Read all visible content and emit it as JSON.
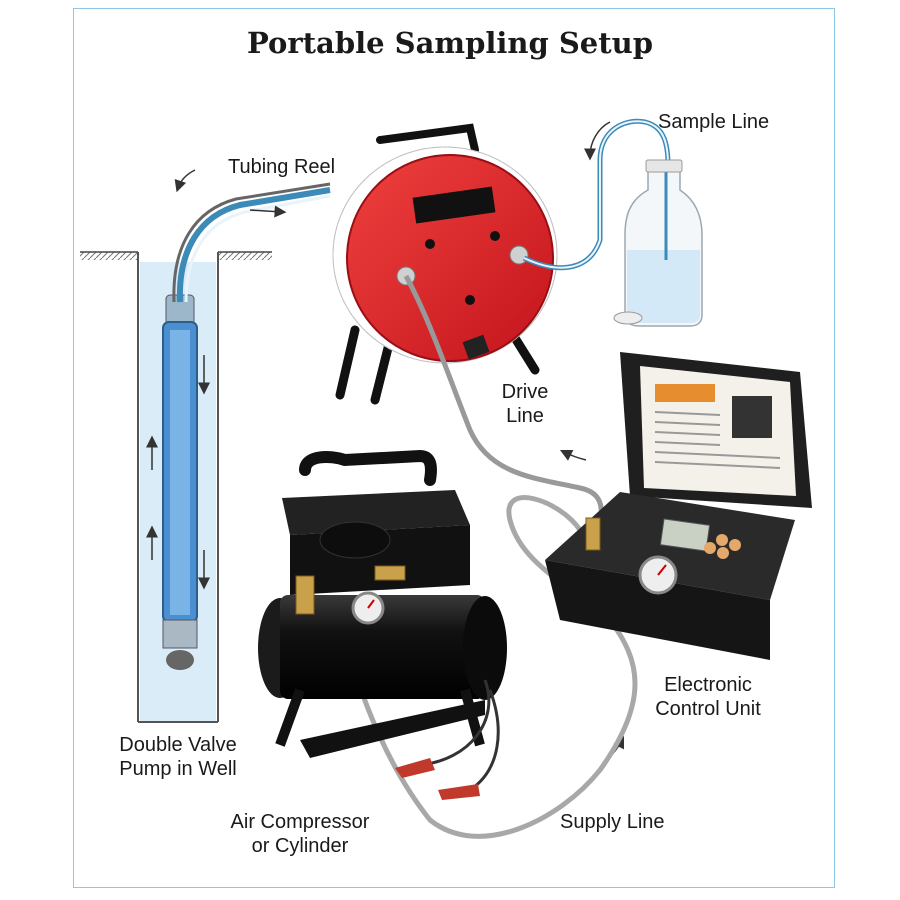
{
  "title": "Portable Sampling Setup",
  "labels": {
    "tubing_reel": "Tubing Reel",
    "sample_line": "Sample Line",
    "drive_line_1": "Drive",
    "drive_line_2": "Line",
    "pump_1": "Double Valve",
    "pump_2": "Pump in Well",
    "compressor_1": "Air Compressor",
    "compressor_2": "or Cylinder",
    "control_unit_1": "Electronic",
    "control_unit_2": "Control Unit",
    "supply_line": "Supply Line"
  },
  "colors": {
    "frame_border": "#8ec6e6",
    "reel_red": "#e3212a",
    "well_water": "#cfe6f5",
    "pump_blue": "#4a8fd0",
    "tubing_blue": "#3c8ab8",
    "compressor_black": "#1b1b1b",
    "case_black": "#222222"
  },
  "icons": [
    "flow-arrow-icon",
    "reel-icon",
    "bottle-icon",
    "pump-icon",
    "compressor-icon",
    "control-unit-icon",
    "gauge-icon"
  ]
}
